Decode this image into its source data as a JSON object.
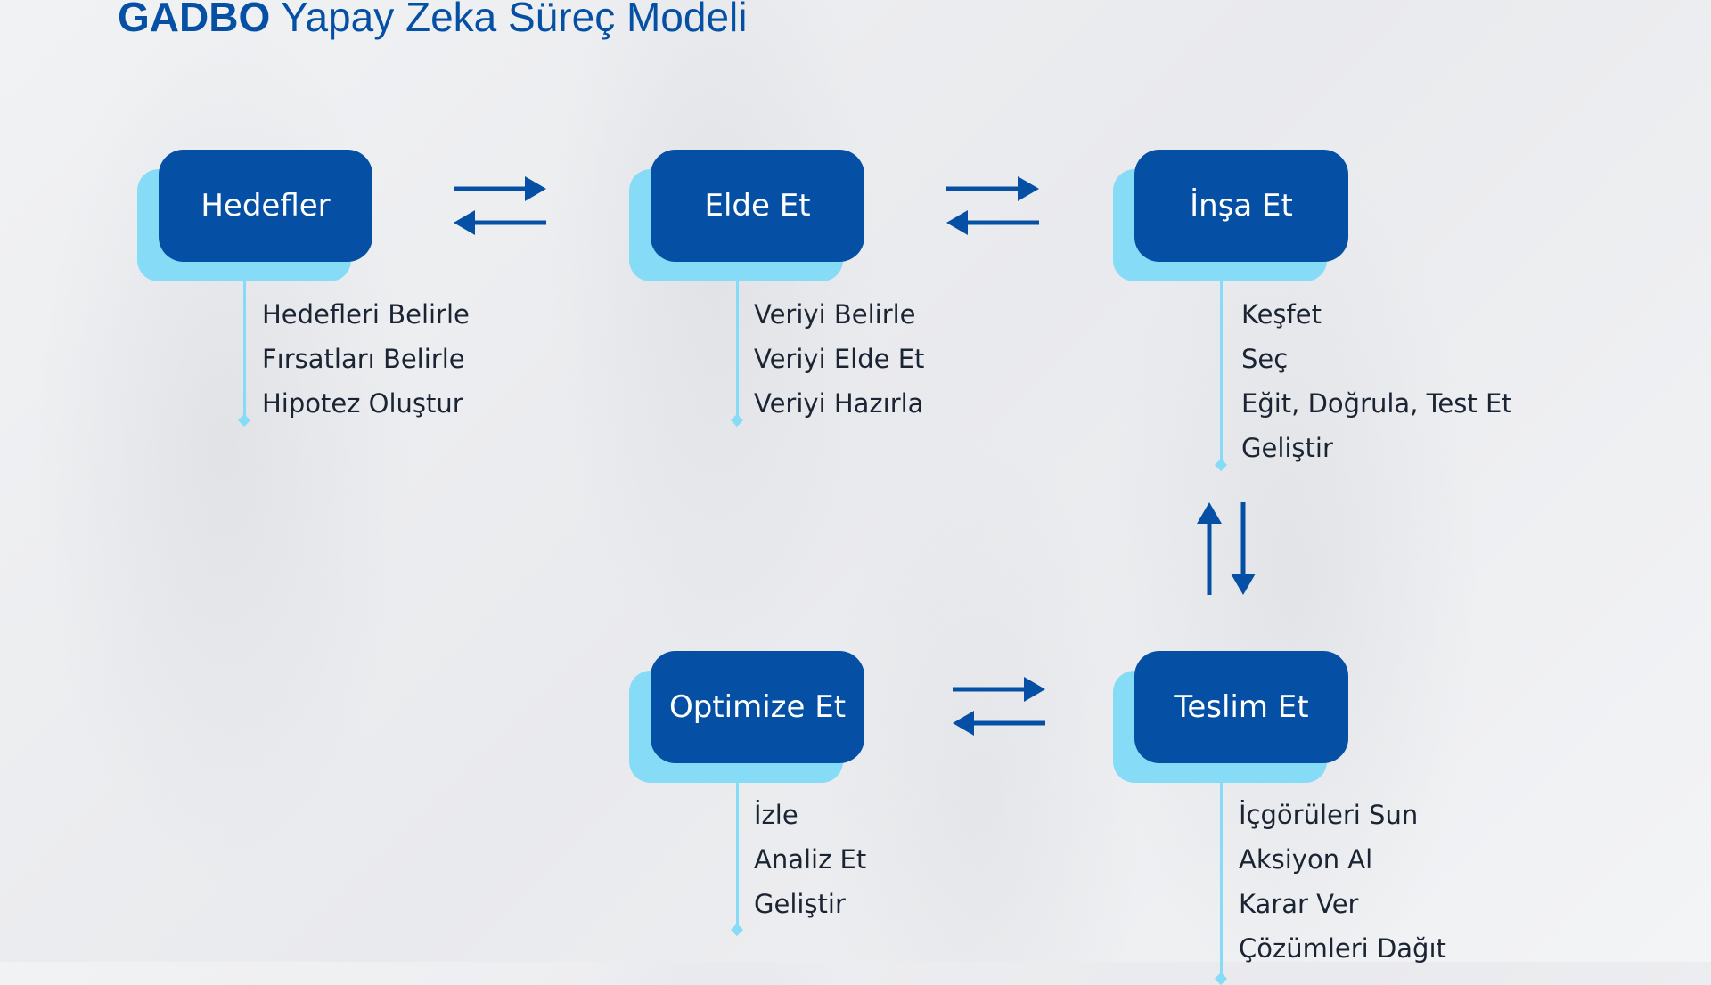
{
  "title": {
    "bold": "GADBO",
    "rest": " Yapay Zeka Süreç Modeli"
  },
  "colors": {
    "primary": "#0550a5",
    "accent": "#86dcf6",
    "text": "#1a2433"
  },
  "stages": [
    {
      "label": "Hedefler",
      "items": [
        "Hedefleri Belirle",
        "Fırsatları Belirle",
        "Hipotez Oluştur"
      ]
    },
    {
      "label": "Elde Et",
      "items": [
        "Veriyi Belirle",
        "Veriyi Elde Et",
        "Veriyi Hazırla"
      ]
    },
    {
      "label": "İnşa Et",
      "items": [
        "Keşfet",
        "Seç",
        "Eğit, Doğrula, Test Et",
        "Geliştir"
      ]
    },
    {
      "label": "Teslim Et",
      "items": [
        "İçgörüleri Sun",
        "Aksiyon Al",
        "Karar Ver",
        "Çözümleri Dağıt"
      ]
    },
    {
      "label": "Optimize Et",
      "items": [
        "İzle",
        "Analiz Et",
        "Geliştir"
      ]
    }
  ]
}
